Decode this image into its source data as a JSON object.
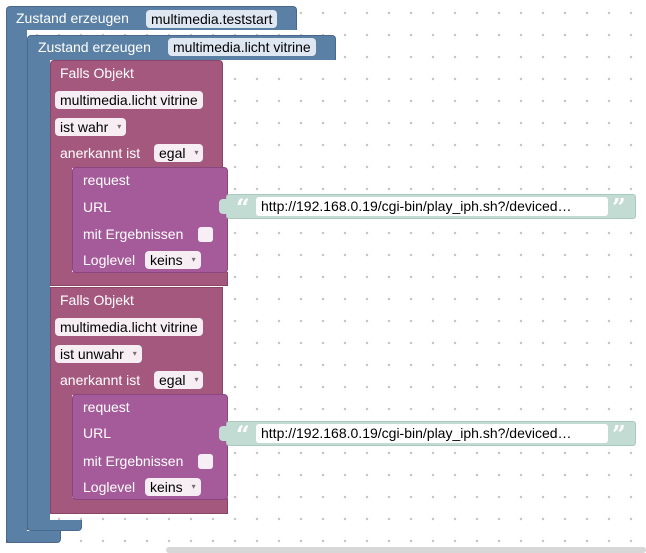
{
  "workspace": {
    "outer_block": {
      "label": "Zustand erzeugen",
      "state": "multimedia.teststart"
    },
    "inner_block": {
      "label": "Zustand erzeugen",
      "state": "multimedia.licht vitrine"
    },
    "triggers": [
      {
        "label": "Falls Objekt",
        "object": "multimedia.licht vitrine",
        "condition": "ist wahr",
        "ack_label": "anerkannt ist",
        "ack_value": "egal",
        "request": {
          "label": "request",
          "url_label": "URL",
          "url": "http://192.168.0.19/cgi-bin/play_iph.sh?/deviced…",
          "results_label": "mit Ergebnissen",
          "loglevel_label": "Loglevel",
          "loglevel": "keins"
        }
      },
      {
        "label": "Falls Objekt",
        "object": "multimedia.licht vitrine",
        "condition": "ist unwahr",
        "ack_label": "anerkannt ist",
        "ack_value": "egal",
        "request": {
          "label": "request",
          "url_label": "URL",
          "url": "http://192.168.0.19/cgi-bin/play_iph.sh?/deviced…",
          "results_label": "mit Ergebnissen",
          "loglevel_label": "Loglevel",
          "loglevel": "keins"
        }
      }
    ]
  },
  "colors": {
    "state_block": "#5b80a5",
    "trigger_block": "#a5587e",
    "request_block": "#a55b99",
    "text_block": "#c2dcd4"
  },
  "icons": {
    "dropdown": "▾",
    "quote_open": "“",
    "quote_close": "”"
  }
}
